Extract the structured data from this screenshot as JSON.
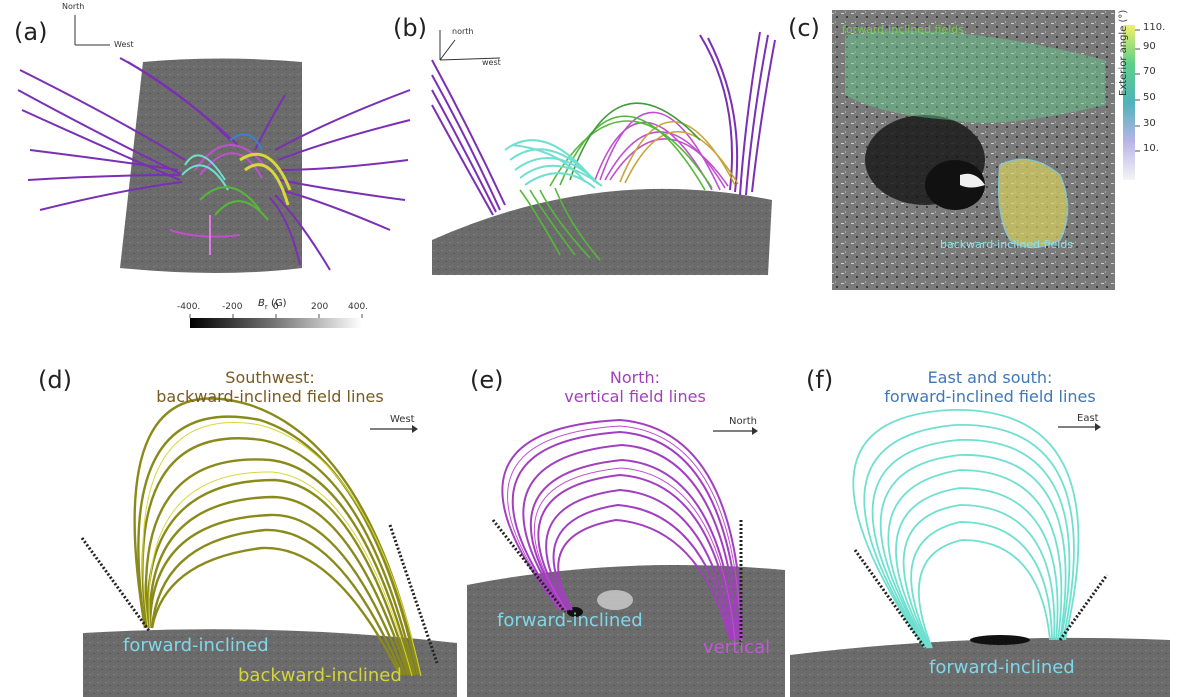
{
  "panels": {
    "a": {
      "label": "(a)",
      "compass_north": "North",
      "compass_west": "West",
      "colorbar_title": "B",
      "colorbar_title_sub": "r",
      "colorbar_title_unit": " (G)",
      "colorbar_ticks": [
        "-400.",
        "-200",
        "0",
        "200",
        "400."
      ]
    },
    "b": {
      "label": "(b)",
      "compass_north": "north",
      "compass_west": "west"
    },
    "c": {
      "label": "(c)",
      "forward_label": "forward-inclined fields",
      "backward_label": "backward-inclined fields",
      "colorbar_title": "Exterior angle   (°)",
      "colorbar_ticks": [
        "110.",
        "90",
        "70",
        "50",
        "30",
        "10."
      ]
    },
    "d": {
      "label": "(d)",
      "title_line1": "Southwest:",
      "title_line2": "backward-inclined field lines",
      "title_color": "#7a5a1f",
      "arrow_label": "West",
      "annot_forward": "forward-inclined",
      "annot_backward": "backward-inclined"
    },
    "e": {
      "label": "(e)",
      "title_line1": "North:",
      "title_line2": "vertical field lines",
      "title_color": "#a23fbf",
      "arrow_label": "North",
      "annot_forward": "forward-inclined",
      "annot_vertical": "vertical"
    },
    "f": {
      "label": "(f)",
      "title_line1": "East and south:",
      "title_line2": "forward-inclined field lines",
      "title_color": "#3f77b8",
      "arrow_label": "East",
      "annot_forward": "forward-inclined"
    }
  },
  "colors": {
    "purple": "#7a2fb5",
    "magenta": "#c04fd0",
    "olive": "#8a8a1a",
    "yellow": "#d8d83a",
    "cyan": "#6fe0d0",
    "green": "#55b83a",
    "annot_cyan": "#7fd8e8",
    "annot_yellow": "#d4d43c",
    "annot_magenta": "#c258d6"
  }
}
